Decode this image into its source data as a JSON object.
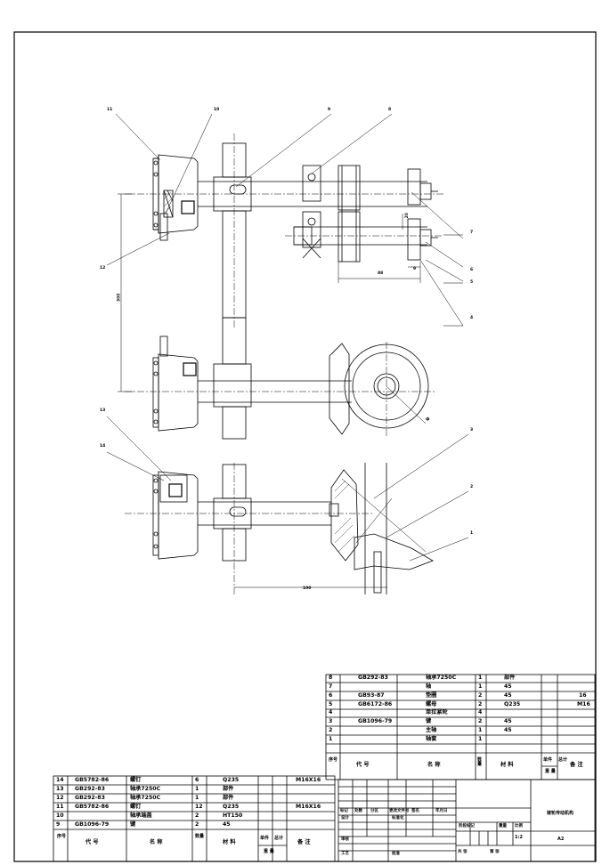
{
  "part_labels": [
    "1",
    "2",
    "3",
    "4",
    "5",
    "6",
    "7",
    "8",
    "9",
    "10",
    "11",
    "12",
    "13",
    "14"
  ],
  "dims": {
    "d88": "88",
    "d300": "300",
    "d100": "100",
    "d9": "9",
    "d20": "20",
    "phi": "ф"
  },
  "bom_right": {
    "rows": [
      {
        "no": "8",
        "code": "GB292-83",
        "name": "轴承7250C",
        "qty": "1",
        "mat": "部件",
        "w1": "",
        "w2": "",
        "note": ""
      },
      {
        "no": "7",
        "code": "",
        "name": "轴",
        "qty": "1",
        "mat": "45",
        "w1": "",
        "w2": "",
        "note": ""
      },
      {
        "no": "6",
        "code": "GB93-87",
        "name": "垫圈",
        "qty": "2",
        "mat": "45",
        "w1": "",
        "w2": "",
        "note": "16"
      },
      {
        "no": "5",
        "code": "GB6172-86",
        "name": "螺母",
        "qty": "2",
        "mat": "Q235",
        "w1": "",
        "w2": "",
        "note": "M16"
      },
      {
        "no": "4",
        "code": "",
        "name": "单拉紧轮",
        "qty": "4",
        "mat": "",
        "w1": "",
        "w2": "",
        "note": ""
      },
      {
        "no": "3",
        "code": "GB1096-79",
        "name": "键",
        "qty": "2",
        "mat": "45",
        "w1": "",
        "w2": "",
        "note": ""
      },
      {
        "no": "2",
        "code": "",
        "name": "主轴",
        "qty": "1",
        "mat": "45",
        "w1": "",
        "w2": "",
        "note": ""
      },
      {
        "no": "1",
        "code": "",
        "name": "轴套",
        "qty": "1",
        "mat": "",
        "w1": "",
        "w2": "",
        "note": ""
      }
    ],
    "header": {
      "no": "序号",
      "code": "代 号",
      "name": "名 称",
      "qty": "数量",
      "mat": "材 料",
      "w1": "单件",
      "w2": "总计",
      "w_sub": "重 量",
      "note": "备 注"
    }
  },
  "bom_left": {
    "rows": [
      {
        "no": "14",
        "code": "GB5782-86",
        "name": "螺钉",
        "qty": "6",
        "mat": "Q235",
        "w1": "",
        "w2": "",
        "note": "M16X16"
      },
      {
        "no": "13",
        "code": "GB292-83",
        "name": "轴承7250C",
        "qty": "1",
        "mat": "部件",
        "w1": "",
        "w2": "",
        "note": ""
      },
      {
        "no": "12",
        "code": "GB292-83",
        "name": "轴承7250C",
        "qty": "1",
        "mat": "部件",
        "w1": "",
        "w2": "",
        "note": ""
      },
      {
        "no": "11",
        "code": "GB5782-86",
        "name": "螺钉",
        "qty": "12",
        "mat": "Q235",
        "w1": "",
        "w2": "",
        "note": "M16X16"
      },
      {
        "no": "10",
        "code": "",
        "name": "轴承端盖",
        "qty": "2",
        "mat": "HT150",
        "w1": "",
        "w2": "",
        "note": ""
      },
      {
        "no": "9",
        "code": "GB1096-79",
        "name": "键",
        "qty": "2",
        "mat": "45",
        "w1": "",
        "w2": "",
        "note": ""
      }
    ],
    "header": {
      "no": "序号",
      "code": "代 号",
      "name": "名 称",
      "qty": "数量",
      "mat": "材 料",
      "w1": "单件",
      "w2": "总计",
      "w_sub": "重 量",
      "note": "备 注"
    }
  },
  "title_block": {
    "mark": "标记",
    "count": "处数",
    "zone": "分区",
    "docno": "更改文件号",
    "sign": "签名",
    "date": "年月日",
    "design": "设计",
    "std": "标准化",
    "review": "审核",
    "process": "工艺",
    "approve": "批准",
    "stage": "阶段标记",
    "weight": "重量",
    "scale": "比例",
    "scale_value": "1:2",
    "sheets_total": "共 张",
    "sheet_no": "第 张",
    "drawing_name": "链轮传动机构",
    "drawing_code": "A2"
  }
}
